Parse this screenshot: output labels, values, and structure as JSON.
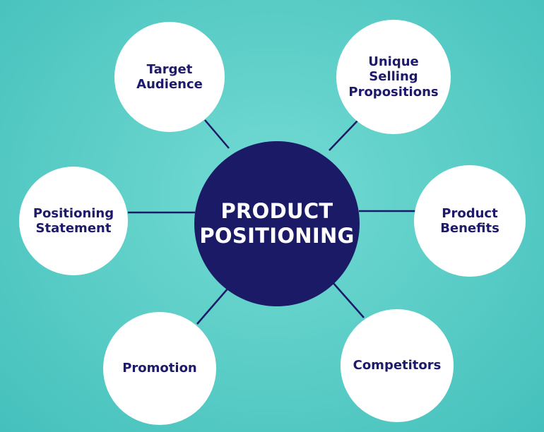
{
  "center": {
    "line1": "PRODUCT",
    "line2": "POSITIONING"
  },
  "nodes": {
    "target_audience": [
      "Target",
      "Audience"
    ],
    "unique_selling_propositions": [
      "Unique",
      "Selling",
      "Propositions"
    ],
    "positioning_statement": [
      "Positioning",
      "Statement"
    ],
    "product_benefits": [
      "Product",
      "Benefits"
    ],
    "promotion": [
      "Promotion"
    ],
    "competitors": [
      "Competitors"
    ]
  },
  "colors": {
    "background": "#5ecfc8",
    "center_fill": "#1b1a66",
    "node_fill": "#ffffff",
    "node_text": "#1e1a6b",
    "center_text": "#ffffff",
    "connector": "#1b1a66"
  }
}
